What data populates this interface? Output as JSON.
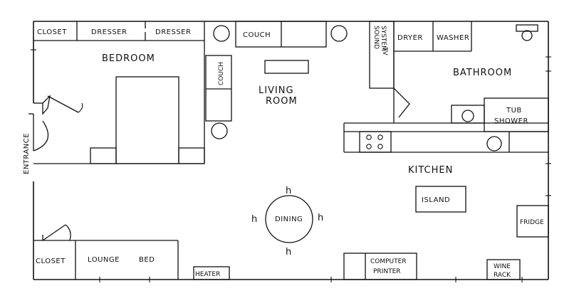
{
  "labels": {
    "closet_top": "CLOSET",
    "dresser_1": "DRESSER",
    "dresser_2": "DRESSER",
    "bedroom": "BEDROOM",
    "couch_top": "COUCH",
    "couch_side": "COUCH",
    "living_line1": "LIVING",
    "living_line2": "ROOM",
    "sound_line1": "SOUND",
    "sound_line2": "SYSTEM",
    "tv": "TV",
    "dryer": "DRYER",
    "washer": "WASHER",
    "bathroom": "BATHROOM",
    "tub_line1": "TUB",
    "tub_line2": "SHOWER",
    "entrance": "ENTRANCE",
    "kitchen": "KITCHEN",
    "island": "ISLAND",
    "dining": "DINING",
    "chair": "h",
    "fridge": "FRIDGE",
    "closet_bottom": "CLOSET",
    "lounge": "LOUNGE",
    "bed": "BED",
    "heater": "HEATER",
    "computer": "COMPUTER",
    "printer": "PRINTER",
    "wine": "WINE",
    "rack": "RACK"
  }
}
